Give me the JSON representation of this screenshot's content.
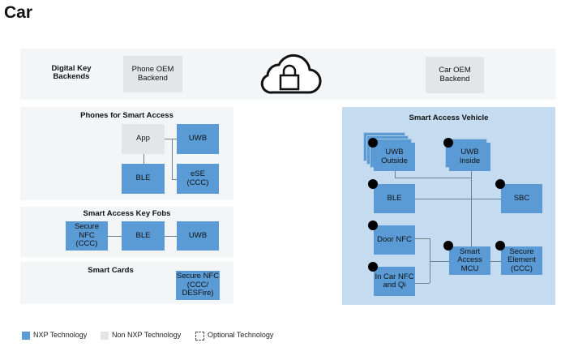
{
  "title": "Car",
  "backends": {
    "label": "Digital Key\nBackends",
    "phone_oem": "Phone OEM\nBackend",
    "car_oem": "Car OEM\nBackend",
    "cloud_icon": "cloud-lock-icon"
  },
  "phones": {
    "title": "Phones for Smart Access",
    "app": "App",
    "uwb": "UWB",
    "ble": "BLE",
    "ese": "eSE\n(CCC)"
  },
  "fobs": {
    "title": "Smart Access Key Fobs",
    "nfc": "Secure\nNFC\n(CCC)",
    "ble": "BLE",
    "uwb": "UWB"
  },
  "cards": {
    "title": "Smart Cards",
    "nfc": "Secure NFC\n(CCC/\nDESFire)"
  },
  "vehicle": {
    "title": "Smart Access Vehicle",
    "uwb_outside": "UWB\nOutside",
    "uwb_inside": "UWB\nInside",
    "ble": "BLE",
    "sbc": "SBC",
    "door_nfc": "Door NFC",
    "incar_nfc": "In Car NFC\nand Qi",
    "mcu": "Smart\nAccess\nMCU",
    "se": "Secure\nElement\n(CCC)"
  },
  "legend": {
    "nxp": "NXP Technology",
    "non_nxp": "Non NXP Technology",
    "optional": "Optional Technology"
  },
  "colors": {
    "nxp": "#5b9bd5",
    "non_nxp": "#e3e5e7",
    "vehicle_bg": "#c5dcf0"
  }
}
